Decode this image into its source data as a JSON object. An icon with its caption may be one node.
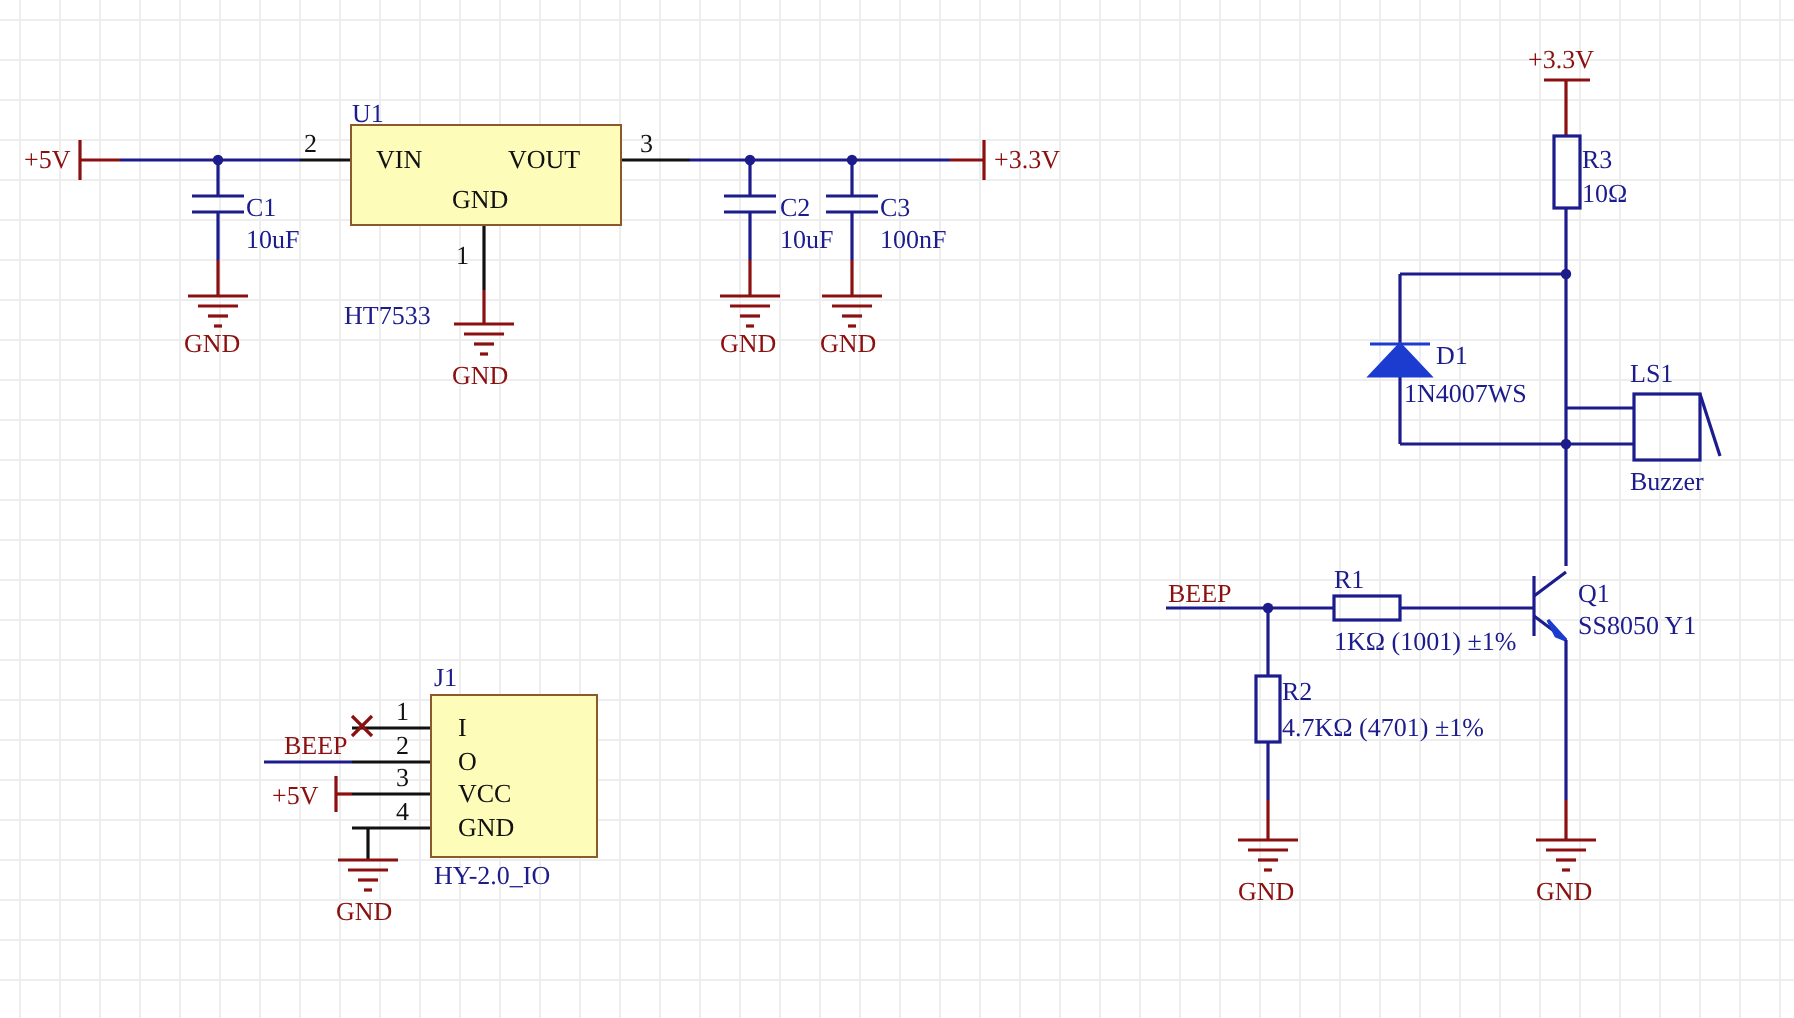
{
  "diagram": {
    "nodes": [
      {
        "text": [
          "U1",
          "VIN",
          "VOUT",
          "GND"
        ],
        "beside": [
          "HT7533"
        ]
      },
      {
        "text": [
          "J1",
          "I",
          "O",
          "VCC",
          "GND"
        ],
        "beside": [
          "HY-2.0_IO"
        ]
      }
    ],
    "labels": [
      "+3.3V",
      "+5V",
      "2",
      "3",
      "+3.3V",
      "C1",
      "10uF",
      "1",
      "C2",
      "10uF",
      "C3",
      "100nF",
      "R3",
      "10Ω",
      "GND",
      "GND",
      "GND",
      "GND",
      "D1",
      "1N4007WS",
      "LS1",
      "Buzzer",
      "BEEP",
      "R1",
      "Q1",
      "SS8050 Y1",
      "1KΩ (1001) ±1%",
      "R2",
      "4.7KΩ (4701) ±1%",
      "1",
      "BEEP",
      "2",
      "3",
      "+5V",
      "4",
      "GND",
      "GND",
      "GND"
    ]
  }
}
